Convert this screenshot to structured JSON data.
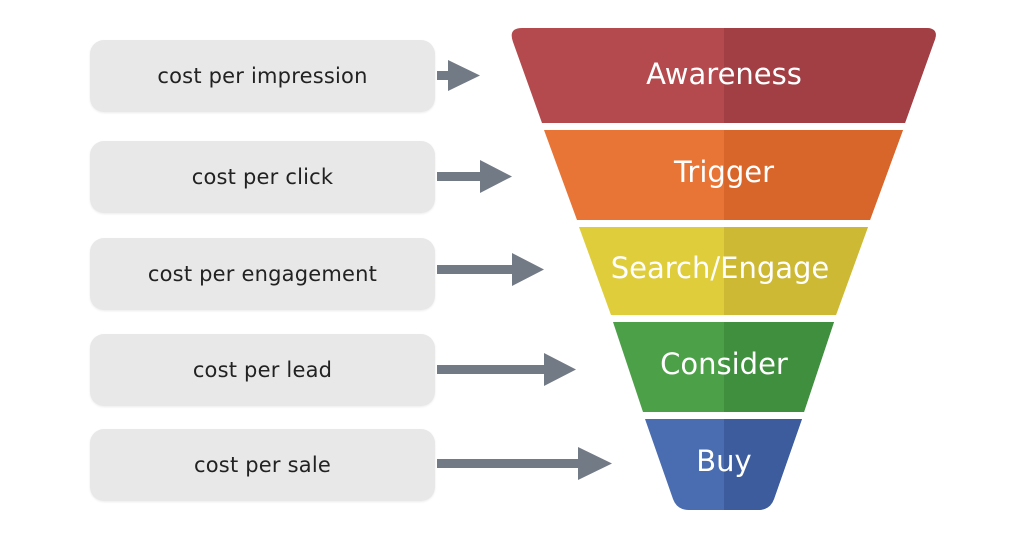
{
  "metrics": [
    {
      "label": "cost per impression"
    },
    {
      "label": "cost per click"
    },
    {
      "label": "cost per engagement"
    },
    {
      "label": "cost per lead"
    },
    {
      "label": "cost per sale"
    }
  ],
  "funnel": {
    "stages": [
      {
        "label": "Awareness",
        "color": "#b54a4e",
        "shade": "#a13f44"
      },
      {
        "label": "Trigger",
        "color": "#e87435",
        "shade": "#d8662b"
      },
      {
        "label": "Search/Engage",
        "color": "#e0cd3b",
        "shade": "#cdb933"
      },
      {
        "label": "Consider",
        "color": "#4ca047",
        "shade": "#3f8f3e"
      },
      {
        "label": "Buy",
        "color": "#4a6cb0",
        "shade": "#3d5c9d"
      }
    ]
  },
  "colors": {
    "box_background": "#e8e8e8",
    "arrow": "#727a86",
    "text": "#222222"
  }
}
